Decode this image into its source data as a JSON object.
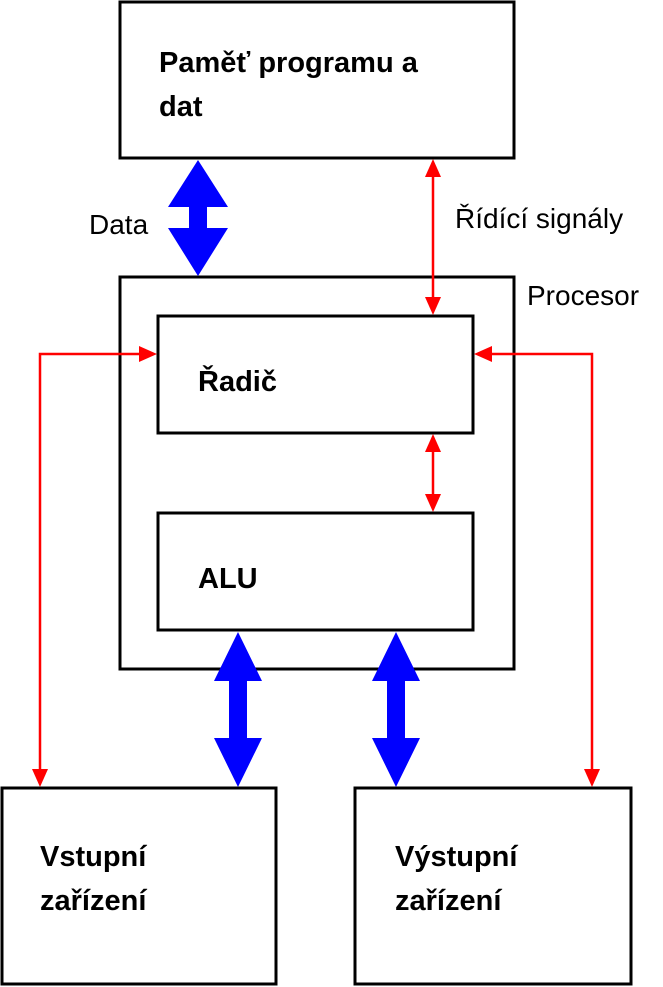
{
  "memory": {
    "line1": "Paměť programu a",
    "line2": "dat"
  },
  "processor_label": "Procesor",
  "controller_label": "Řadič",
  "alu_label": "ALU",
  "input_device": {
    "line1": "Vstupní",
    "line2": "zařízení"
  },
  "output_device": {
    "line1": "Výstupní",
    "line2": "zařízení"
  },
  "data_label": "Data",
  "control_signals_label": "Řídící signály",
  "colors": {
    "data_bus": "#0000ff",
    "control_signal": "#ff0000"
  }
}
